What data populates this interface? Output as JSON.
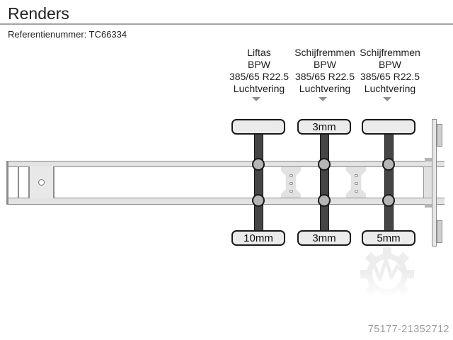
{
  "header": {
    "title": "Renders",
    "reference": "Referentienummer: TC66334"
  },
  "axle_columns": [
    {
      "axle_type": "Liftas",
      "axle_brand": "BPW",
      "tyre_size": "385/65 R22.5",
      "suspension": "Luchtvering",
      "top_tyre_tread": "",
      "bottom_tyre_tread": "10mm"
    },
    {
      "axle_type": "Schijfremmen",
      "axle_brand": "BPW",
      "tyre_size": "385/65 R22.5",
      "suspension": "Luchtvering",
      "top_tyre_tread": "3mm",
      "bottom_tyre_tread": "3mm"
    },
    {
      "axle_type": "Schijfremmen",
      "axle_brand": "BPW",
      "tyre_size": "385/65 R22.5",
      "suspension": "Luchtvering",
      "top_tyre_tread": "",
      "bottom_tyre_tread": "5mm"
    }
  ],
  "footer": {
    "listing_id": "75177-21352712"
  },
  "icons": {
    "axle_pointer": "chevron-down-icon",
    "watermark": "gear-pulse-watermark-icon"
  },
  "colors": {
    "axle_bar": "#454545",
    "tyre_fill": "#ebebeb",
    "outline": "#1a1a1a",
    "chassis_border": "#8c8c8c",
    "chassis_fill": "#e3e3e3",
    "arrow": "#8f8f8f",
    "header_rule": "#a3a3a3",
    "watermark": "#ededed",
    "footer_text": "#9b9b9b"
  }
}
